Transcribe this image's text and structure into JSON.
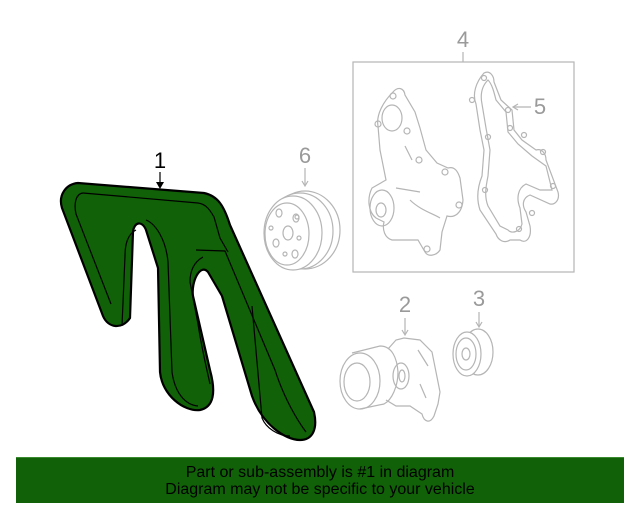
{
  "diagram": {
    "title": "Drive belt / water pump parts diagram",
    "highlight_color": "#116108",
    "line_color": "#b5b5b5",
    "callouts": [
      {
        "id": "1",
        "label": "1",
        "part": "drive-belt",
        "highlighted": true
      },
      {
        "id": "2",
        "label": "2",
        "part": "belt-tensioner",
        "highlighted": false
      },
      {
        "id": "3",
        "label": "3",
        "part": "idler-pulley",
        "highlighted": false
      },
      {
        "id": "4",
        "label": "4",
        "part": "water-pump-assembly",
        "highlighted": false
      },
      {
        "id": "5",
        "label": "5",
        "part": "water-pump-gasket",
        "highlighted": false
      },
      {
        "id": "6",
        "label": "6",
        "part": "water-pump-pulley",
        "highlighted": false
      }
    ]
  },
  "banner": {
    "line1": "Part or sub-assembly is #1 in diagram",
    "line2": "Diagram may not be specific to your vehicle",
    "background": "#116108"
  }
}
